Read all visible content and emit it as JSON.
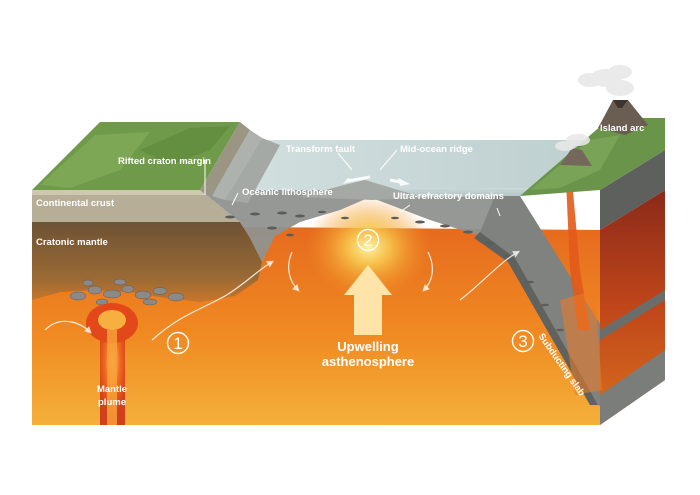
{
  "labels": {
    "rifted_craton_margin": "Rifted craton margin",
    "transform_fault": "Transform fault",
    "mid_ocean_ridge": "Mid-ocean ridge",
    "island_arc": "Island arc",
    "continental_crust": "Continental crust",
    "oceanic_lithosphere": "Oceanic lithosphere",
    "ultra_refractory_domains": "Ultra-refractory domains",
    "cratonic_mantle": "Cratonic mantle",
    "upwelling_asthenosphere_line1": "Upwelling",
    "upwelling_asthenosphere_line2": "asthenosphere",
    "subducting_slab": "Subducting slab",
    "mantle_plume_line1": "Mantle",
    "mantle_plume_line2": "plume"
  },
  "markers": [
    "1",
    "2",
    "3"
  ],
  "colors": {
    "asthenosphere_orange": "#e8681a",
    "asthenosphere_yellow": "#f4b23a",
    "cratonic_mantle": "#7a5a3a",
    "continental_crust": "#b8b09a",
    "ocean": "#c8d8d8",
    "lithosphere_grey": "#8a8d8a",
    "grass_green": "#6f9a4a",
    "plume_red": "#e0401a"
  }
}
